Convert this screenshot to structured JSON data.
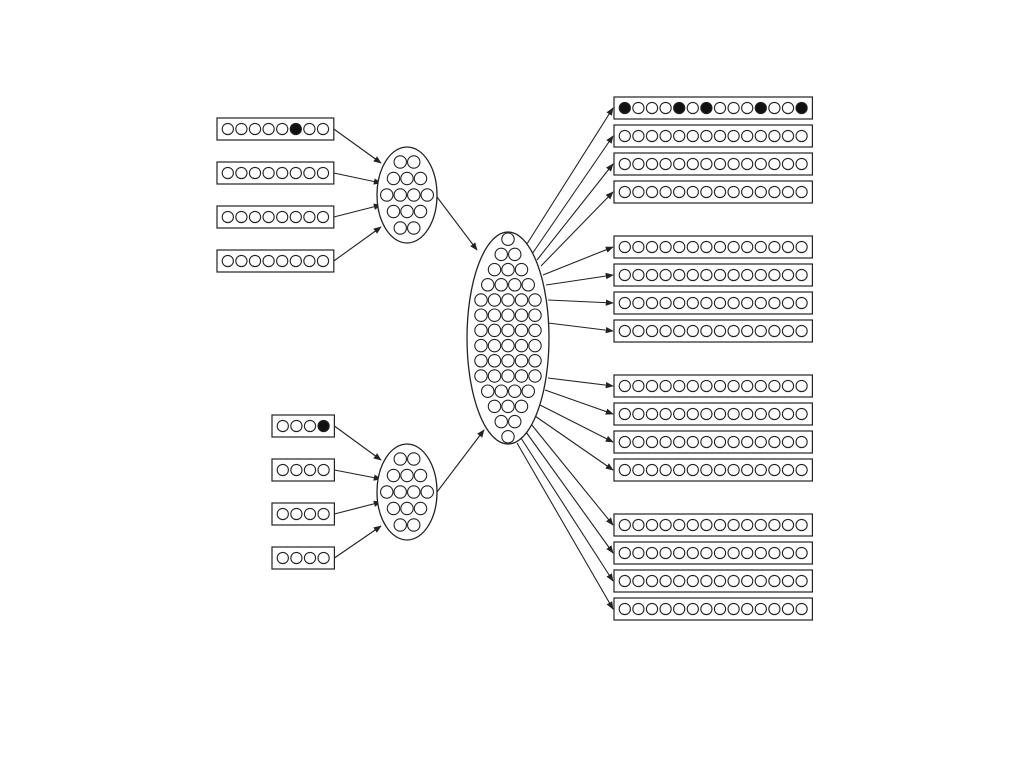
{
  "colors": {
    "stroke": "#222222",
    "filled": "#111111",
    "background": "#ffffff"
  },
  "diagram": {
    "input_group_a": {
      "vectors": [
        [
          0,
          0,
          0,
          0,
          0,
          1,
          0,
          0
        ],
        [
          0,
          0,
          0,
          0,
          0,
          0,
          0,
          0
        ],
        [
          0,
          0,
          0,
          0,
          0,
          0,
          0,
          0
        ],
        [
          0,
          0,
          0,
          0,
          0,
          0,
          0,
          0
        ]
      ]
    },
    "input_group_b": {
      "vectors": [
        [
          0,
          0,
          0,
          1
        ],
        [
          0,
          0,
          0,
          0
        ],
        [
          0,
          0,
          0,
          0
        ],
        [
          0,
          0,
          0,
          0
        ]
      ]
    },
    "hidden_layer_a": {
      "unit_rows": [
        2,
        3,
        4,
        3,
        2
      ]
    },
    "hidden_layer_b": {
      "unit_rows": [
        2,
        3,
        4,
        3,
        2
      ]
    },
    "central_layer": {
      "unit_rows": [
        1,
        2,
        3,
        4,
        5,
        5,
        5,
        5,
        5,
        5,
        4,
        3,
        2,
        1
      ]
    },
    "output_vectors": [
      [
        1,
        0,
        0,
        0,
        1,
        0,
        1,
        0,
        0,
        0,
        1,
        0,
        0,
        1
      ],
      [
        0,
        0,
        0,
        0,
        0,
        0,
        0,
        0,
        0,
        0,
        0,
        0,
        0,
        0
      ],
      [
        0,
        0,
        0,
        0,
        0,
        0,
        0,
        0,
        0,
        0,
        0,
        0,
        0,
        0
      ],
      [
        0,
        0,
        0,
        0,
        0,
        0,
        0,
        0,
        0,
        0,
        0,
        0,
        0,
        0
      ],
      [
        0,
        0,
        0,
        0,
        0,
        0,
        0,
        0,
        0,
        0,
        0,
        0,
        0,
        0
      ],
      [
        0,
        0,
        0,
        0,
        0,
        0,
        0,
        0,
        0,
        0,
        0,
        0,
        0,
        0
      ],
      [
        0,
        0,
        0,
        0,
        0,
        0,
        0,
        0,
        0,
        0,
        0,
        0,
        0,
        0
      ],
      [
        0,
        0,
        0,
        0,
        0,
        0,
        0,
        0,
        0,
        0,
        0,
        0,
        0,
        0
      ],
      [
        0,
        0,
        0,
        0,
        0,
        0,
        0,
        0,
        0,
        0,
        0,
        0,
        0,
        0
      ],
      [
        0,
        0,
        0,
        0,
        0,
        0,
        0,
        0,
        0,
        0,
        0,
        0,
        0,
        0
      ],
      [
        0,
        0,
        0,
        0,
        0,
        0,
        0,
        0,
        0,
        0,
        0,
        0,
        0,
        0
      ],
      [
        0,
        0,
        0,
        0,
        0,
        0,
        0,
        0,
        0,
        0,
        0,
        0,
        0,
        0
      ],
      [
        0,
        0,
        0,
        0,
        0,
        0,
        0,
        0,
        0,
        0,
        0,
        0,
        0,
        0
      ],
      [
        0,
        0,
        0,
        0,
        0,
        0,
        0,
        0,
        0,
        0,
        0,
        0,
        0,
        0
      ],
      [
        0,
        0,
        0,
        0,
        0,
        0,
        0,
        0,
        0,
        0,
        0,
        0,
        0,
        0
      ],
      [
        0,
        0,
        0,
        0,
        0,
        0,
        0,
        0,
        0,
        0,
        0,
        0,
        0,
        0
      ]
    ]
  }
}
